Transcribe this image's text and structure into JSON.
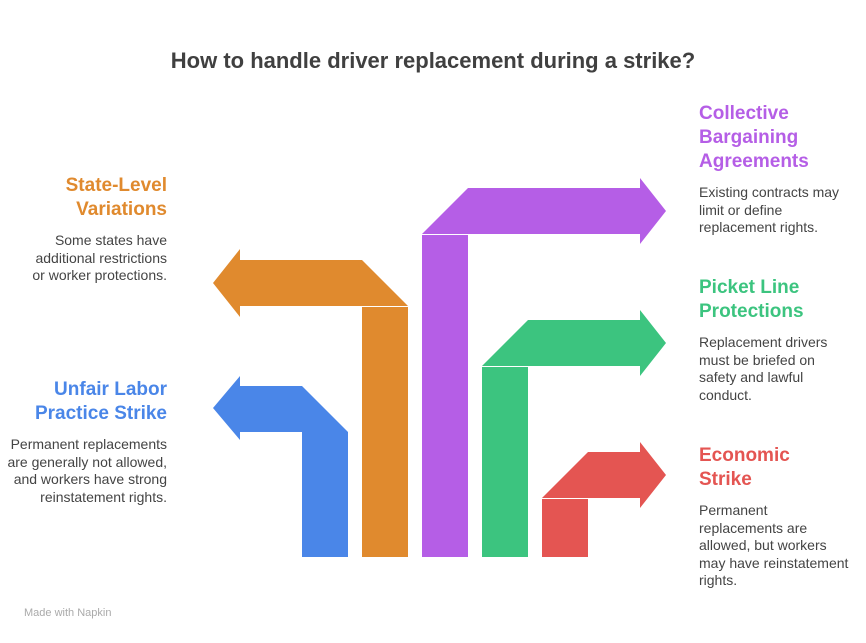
{
  "title": "How to handle driver replacement during a strike?",
  "colors": {
    "blue": "#4a86e8",
    "orange": "#e08a2e",
    "purple": "#b55ee6",
    "green": "#3cc47f",
    "red": "#e45552"
  },
  "items": [
    {
      "title": "Unfair Labor Practice Strike",
      "desc": "Permanent replacements are generally not allowed, and workers have strong reinstatement rights."
    },
    {
      "title": "State-Level Variations",
      "desc": "Some states have additional restrictions or worker protections."
    },
    {
      "title": "Collective Bargaining Agreements",
      "desc": "Existing contracts may limit or define replacement rights."
    },
    {
      "title": "Picket Line Protections",
      "desc": "Replacement drivers must be briefed on safety and lawful conduct."
    },
    {
      "title": "Economic Strike",
      "desc": "Permanent replacements are allowed, but workers may have reinstatement rights."
    }
  ],
  "watermark": "Made with  Napkin"
}
